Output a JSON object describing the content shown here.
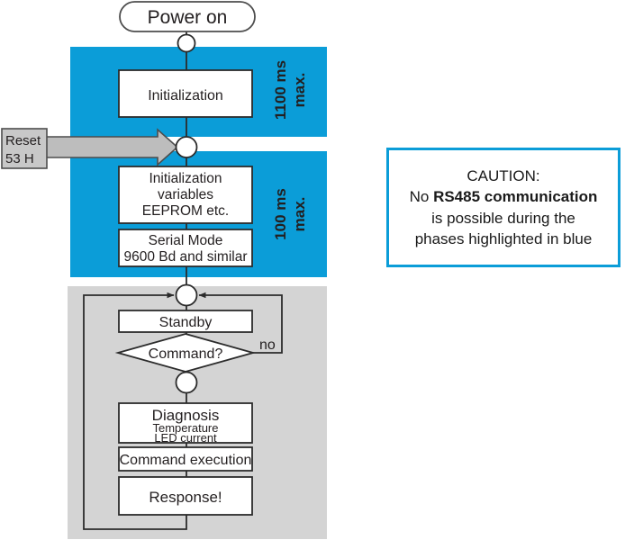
{
  "diagram": {
    "title_node": {
      "label": "Power on",
      "shape": "rounded-terminal"
    },
    "phase_blue_1": {
      "annotation_line1": "1100 ms",
      "annotation_line2": "max.",
      "color": "#0b9dd8",
      "nodes": [
        {
          "label": "Initialization"
        }
      ]
    },
    "phase_blue_2": {
      "annotation_line1": "100 ms",
      "annotation_line2": "max.",
      "color": "#0b9dd8",
      "nodes": [
        {
          "line1": "Initialization",
          "line2": "variables",
          "line3": "EEPROM etc."
        },
        {
          "line1": "Serial Mode",
          "line2": "9600 Bd and similar"
        }
      ]
    },
    "reset_input": {
      "line1": "Reset",
      "line2": "53 H",
      "arrow": "gray-right-arrow",
      "fill": "#c8c8c8"
    },
    "phase_gray": {
      "color": "#d4d4d4",
      "nodes": [
        {
          "label": "Standby",
          "shape": "process"
        },
        {
          "label": "Command?",
          "shape": "decision",
          "branch_label": "no"
        },
        {
          "line1": "Diagnosis",
          "line2": "Temperature",
          "line3": "LED current",
          "shape": "process"
        },
        {
          "label": "Command execution",
          "shape": "process"
        },
        {
          "label": "Response!",
          "shape": "process"
        }
      ]
    }
  },
  "caution": {
    "line1": "CAUTION:",
    "line2_prefix": "No ",
    "line2_bold": "RS485 communication",
    "line3": "is possible during the",
    "line4": "phases highlighted in blue",
    "border_color": "#0b9dd8"
  }
}
